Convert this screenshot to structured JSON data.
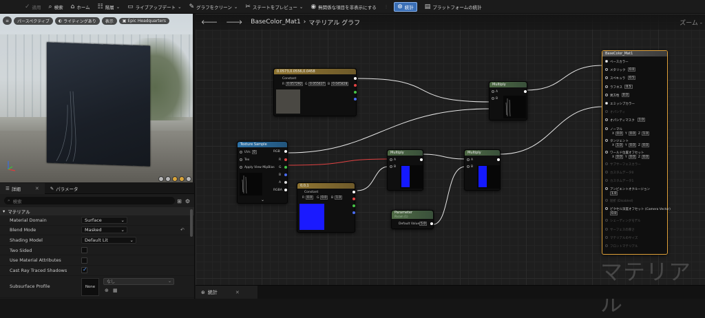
{
  "toolbar": {
    "items": [
      {
        "label": "適用",
        "icon": "apply-icon",
        "enabled": false
      },
      {
        "label": "検索",
        "icon": "search-icon",
        "enabled": true
      },
      {
        "label": "ホーム",
        "icon": "home-icon",
        "enabled": true
      },
      {
        "label": "階層",
        "icon": "hierarchy-icon",
        "enabled": true,
        "dropdown": true
      },
      {
        "label": "ライブアップデート",
        "icon": "live-update-icon",
        "enabled": true,
        "dropdown": true
      },
      {
        "label": "グラフをクリーン",
        "icon": "clean-graph-icon",
        "enabled": true,
        "dropdown": true
      },
      {
        "label": "ステートをプレビュー",
        "icon": "preview-state-icon",
        "enabled": true,
        "dropdown": true
      },
      {
        "label": "無関係な項目を非表示にする",
        "icon": "hide-unrelated-icon",
        "enabled": true
      },
      {
        "label": "統計",
        "icon": "stats-icon",
        "enabled": true,
        "active": true
      },
      {
        "label": "プラットフォームの統計",
        "icon": "platform-stats-icon",
        "enabled": true
      }
    ]
  },
  "viewport": {
    "buttons": {
      "perspective": "パースペクティブ",
      "lighting": "ライティングあり",
      "show": "表示",
      "scene": "Epic Headquarters"
    }
  },
  "details": {
    "tabs": [
      {
        "label": "詳細",
        "icon": "details-icon"
      },
      {
        "label": "パラメータ",
        "icon": "parameters-icon"
      }
    ],
    "search_placeholder": "検索",
    "section_title": "マテリアル",
    "rows": [
      {
        "label": "Material Domain",
        "type": "dropdown",
        "value": "Surface"
      },
      {
        "label": "Blend Mode",
        "type": "dropdown",
        "value": "Masked",
        "modified": true
      },
      {
        "label": "Shading Model",
        "type": "dropdown",
        "value": "Default Lit"
      },
      {
        "label": "Two Sided",
        "type": "checkbox",
        "checked": false
      },
      {
        "label": "Use Material Attributes",
        "type": "checkbox",
        "checked": false
      },
      {
        "label": "Cast Ray Traced Shadows",
        "type": "checkbox",
        "checked": true
      },
      {
        "label": "Subsurface Profile",
        "type": "asset",
        "thumb": "None",
        "value": "なし"
      }
    ]
  },
  "graph": {
    "breadcrumb": {
      "asset": "BaseColor_Mat1",
      "graph": "マテリアル グラフ"
    },
    "zoom": "ズーム -",
    "watermark": "マテリアル",
    "nodes": {
      "const3": {
        "title": "0.0573,0.0556,0.0458",
        "label": "Constant",
        "r": "0.057292",
        "g": "0.055637",
        "b": "0.045828"
      },
      "texsample": {
        "title": "Texture Sample",
        "pins": [
          "UVs",
          "Tex",
          "Apply View MipBias"
        ],
        "outs": [
          "RGB",
          "R",
          "G",
          "B",
          "A",
          "RGBA"
        ],
        "uv_value": "0"
      },
      "multiply1": {
        "title": "Multiply",
        "pins": [
          "A",
          "B"
        ]
      },
      "multiply2": {
        "title": "Multiply",
        "pins": [
          "A",
          "B"
        ]
      },
      "multiply3": {
        "title": "Multiply",
        "pins": [
          "A",
          "B"
        ]
      },
      "const_blue": {
        "title": "0,0,1",
        "label": "Constant",
        "r": "0.0",
        "g": "0.0",
        "b": "1.0"
      },
      "param": {
        "title": "Parameter",
        "subtitle": "Param (1)",
        "label": "Default Value",
        "value": "5.0"
      },
      "main": {
        "title": "BaseColor_Mat1",
        "inputs": [
          {
            "label": "ベースカラー",
            "enabled": true
          },
          {
            "label": "メタリック",
            "enabled": true,
            "value": "0.0"
          },
          {
            "label": "スペキュラ",
            "enabled": true,
            "value": "0.5"
          },
          {
            "label": "ラフネス",
            "enabled": true,
            "value": "0.5"
          },
          {
            "label": "異方性",
            "enabled": true,
            "value": "0.0"
          },
          {
            "label": "エミッシブカラー",
            "enabled": true
          },
          {
            "label": "オパシティ",
            "enabled": false
          },
          {
            "label": "オパシティマスク",
            "enabled": true,
            "value": "1.0"
          },
          {
            "label": "ノーマル",
            "enabled": true,
            "vec": [
              "0.0",
              "0.0",
              "1.0"
            ]
          },
          {
            "label": "タンジェント",
            "enabled": true,
            "vec": [
              "1.0",
              "0.0",
              "0.0"
            ]
          },
          {
            "label": "ワールド位置オフセット",
            "enabled": true,
            "vec": [
              "0.0",
              "0.0",
              "0.0"
            ]
          },
          {
            "label": "サブサーフェスカラー",
            "enabled": false
          },
          {
            "label": "カスタムデータ0",
            "enabled": false
          },
          {
            "label": "カスタムデータ1",
            "enabled": false
          },
          {
            "label": "アンビエントオクルージョン",
            "enabled": true,
            "value": "1.0"
          },
          {
            "label": "屈折 (Disabled)",
            "enabled": false
          },
          {
            "label": "ピクセル深度オフセット (Camera Vector)",
            "enabled": true,
            "value": "0.0"
          },
          {
            "label": "シェーディングモデル",
            "enabled": false
          },
          {
            "label": "サーフェスの厚さ",
            "enabled": false
          },
          {
            "label": "マテリアルのサイズ",
            "enabled": false
          },
          {
            "label": "フロントマテリアル",
            "enabled": false
          }
        ]
      }
    }
  },
  "stats_tab": {
    "label": "統計"
  }
}
